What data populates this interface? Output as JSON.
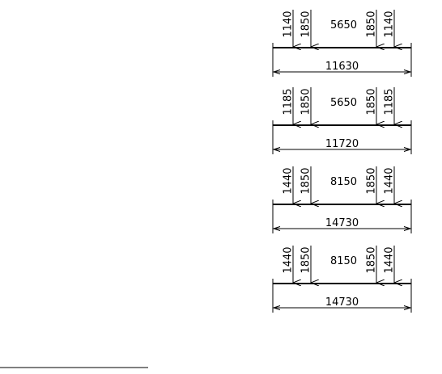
{
  "diagrams": [
    {
      "left_outer": "1140",
      "left_inner": "1850",
      "middle": "5650",
      "right_inner": "1850",
      "right_outer": "1140",
      "total": "11630"
    },
    {
      "left_outer": "1185",
      "left_inner": "1850",
      "middle": "5650",
      "right_inner": "1850",
      "right_outer": "1185",
      "total": "11720"
    },
    {
      "left_outer": "1440",
      "left_inner": "1850",
      "middle": "8150",
      "right_inner": "1850",
      "right_outer": "1440",
      "total": "14730"
    },
    {
      "left_outer": "1440",
      "left_inner": "1850",
      "middle": "8150",
      "right_inner": "1850",
      "right_outer": "1440",
      "total": "14730"
    }
  ],
  "colors": {
    "line": "#000000",
    "background": "#ffffff"
  }
}
